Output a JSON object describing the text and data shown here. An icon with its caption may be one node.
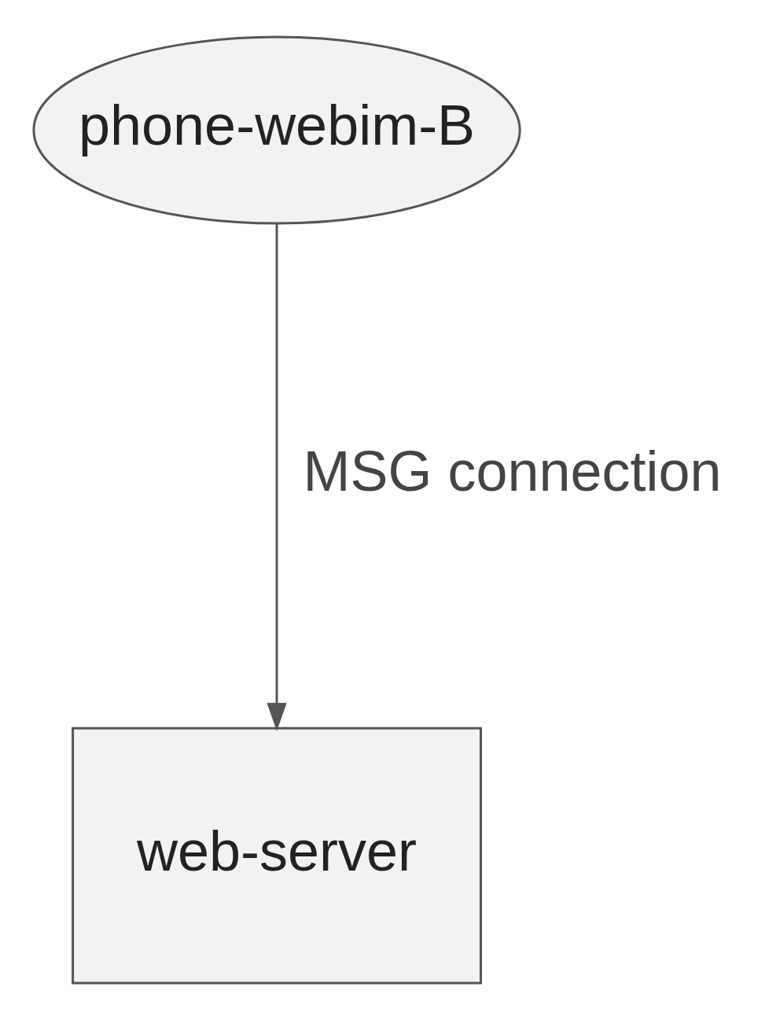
{
  "diagram": {
    "nodes": [
      {
        "text": [
          "phone-webim-B"
        ]
      },
      {
        "text": [
          "web-server"
        ]
      }
    ],
    "edges": [
      {
        "from": 0,
        "to": 1,
        "arrow": "to",
        "label": "MSG connection"
      }
    ]
  }
}
